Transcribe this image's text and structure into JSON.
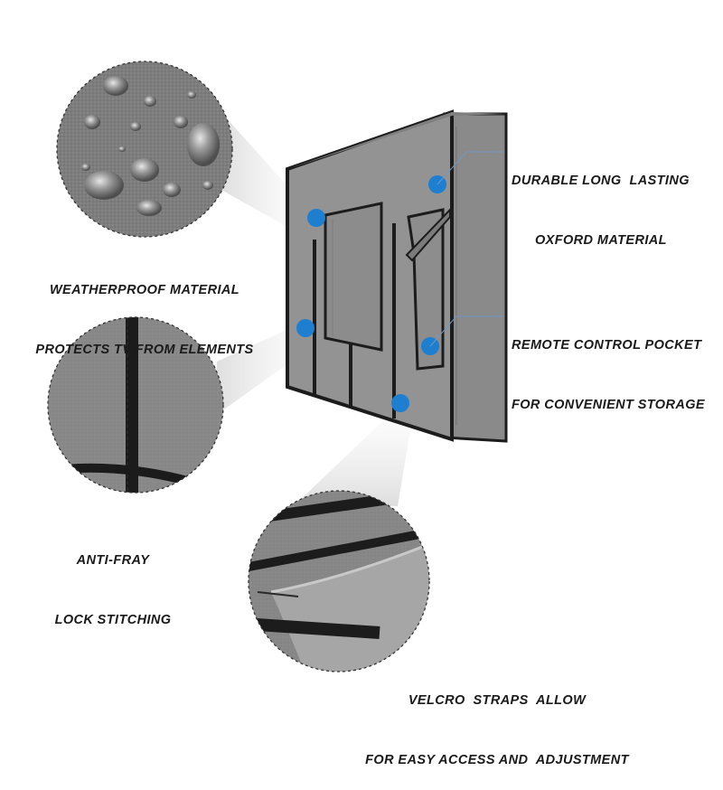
{
  "features": {
    "oxford": {
      "line1": "DURABLE LONG  LASTING",
      "line2": "OXFORD MATERIAL"
    },
    "weatherproof": {
      "line1": "WEATHERPROOF MATERIAL",
      "line2": "PROTECTS TV FROM ELEMENTS"
    },
    "remote_pocket": {
      "line1": "REMOTE CONTROL POCKET",
      "line2": "FOR CONVENIENT STORAGE"
    },
    "stitching": {
      "line1": "ANTI-FRAY",
      "line2": "LOCK STITCHING"
    },
    "velcro": {
      "line1": "VELCRO  STRAPS  ALLOW",
      "line2": "FOR EASY ACCESS AND  ADJUSTMENT"
    }
  },
  "colors": {
    "background": "#ffffff",
    "fabric": "#8f8f8f",
    "fabric_dark": "#6e6e6e",
    "trim": "#1c1c1c",
    "callout_dot": "#1e7fd0",
    "label_text": "#1a1a1a"
  },
  "icons": [
    "callout-dot-icon"
  ]
}
